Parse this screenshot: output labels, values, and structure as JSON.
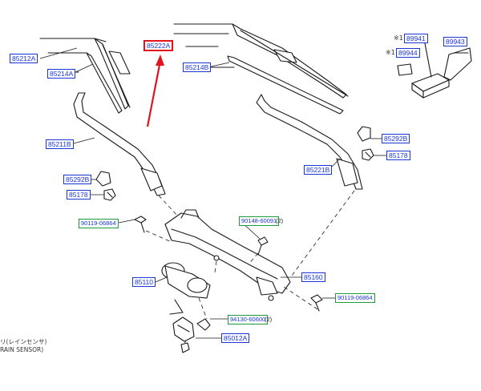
{
  "parts": {
    "p85222A": "85222A",
    "p85212A": "85212A",
    "p85214A": "85214A",
    "p85214B": "85214B",
    "p85211B": "85211B",
    "p85221B": "85221B",
    "p85292B_left": "85292B",
    "p85292B_right": "85292B",
    "p85178_left": "85178",
    "p85178_right": "85178",
    "p89941": "89941",
    "p89943": "89943",
    "p89944": "89944",
    "p90119_left": "90119-06864",
    "p90119_right": "90119-06864",
    "p90148": "90148-60091",
    "p94130": "94130-60600",
    "p85110": "85110",
    "p85160": "85160",
    "p85012A": "85012A"
  },
  "quantities": {
    "q90148": "(2)",
    "q94130": "(2)"
  },
  "marks": {
    "asterisk1": "※1",
    "asterisk2": "※1"
  },
  "notes": {
    "line1": "リ(レインセンサ)",
    "line2": "RAIN SENSOR)"
  },
  "colors": {
    "label_blue": "#1a35d8",
    "highlight_red": "#e0141e",
    "bolt_green": "#1f9a3c",
    "line_art": "#1a1a1a"
  }
}
